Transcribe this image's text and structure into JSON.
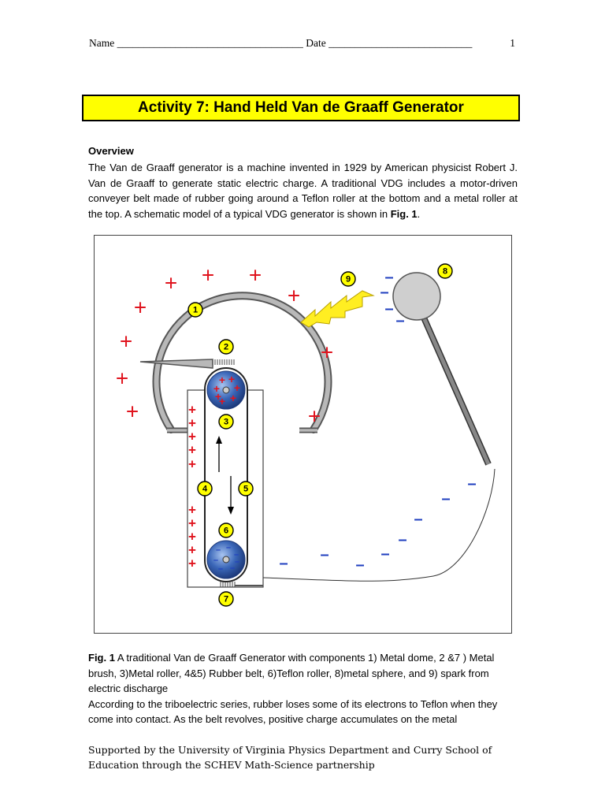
{
  "header": {
    "name_label": "Name",
    "name_blank": "___________________________________",
    "date_label": "Date",
    "date_blank": "___________________________",
    "page_number": "1"
  },
  "title": "Activity 7: Hand Held Van de Graaff Generator",
  "overview": {
    "heading": "Overview",
    "text_before_bold": "The Van de Graaff generator is a machine invented in 1929 by American physicist Robert J. Van de Graaff to generate static electric charge. A traditional VDG includes a motor-driven conveyer belt made of rubber going around a Teflon roller at the bottom and a metal roller at the top. A schematic model of a typical VDG generator is shown in ",
    "fig_ref": "Fig. 1",
    "text_after_bold": "."
  },
  "figure": {
    "labels": [
      "1",
      "2",
      "3",
      "4",
      "5",
      "6",
      "7",
      "8",
      "9"
    ],
    "plus_sign": "+",
    "minus_sign": "–",
    "colors": {
      "plus": "#e0141e",
      "minus": "#1f3fbf",
      "label_fill": "#ffff00",
      "dome": "#b3b3b3",
      "spark": "#ffee22",
      "roller": "#2f5aa8"
    }
  },
  "caption": {
    "fig_label": "Fig. 1",
    "fig_text": " A traditional Van de Graaff Generator with components 1) Metal dome, 2 &7 ) Metal brush, 3)Metal roller, 4&5) Rubber belt, 6)Teflon roller, 8)metal sphere, and 9) spark from electric discharge",
    "continuation": "According to the triboelectric series, rubber loses some of its electrons to Teflon when they come into contact. As the belt revolves, positive charge accumulates on the metal"
  },
  "footer": {
    "text": "Supported by the University of Virginia Physics Department and Curry School of Education through the SCHEV Math-Science partnership"
  }
}
